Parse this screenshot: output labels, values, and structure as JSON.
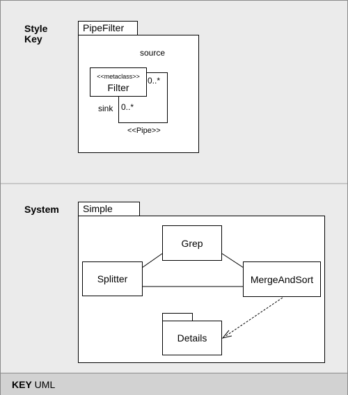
{
  "style_section": {
    "label": "Style\nKey",
    "package_name": "PipeFilter",
    "source_label": "source",
    "sink_label": "sink",
    "metaclass_stereotype": "<<metaclass>>",
    "metaclass_name": "Filter",
    "multiplicity_source": "0..*",
    "multiplicity_sink": "0..*",
    "pipe_stereotype": "<<Pipe>>"
  },
  "system_section": {
    "label": "System",
    "package_name": "Simple",
    "components": {
      "grep": "Grep",
      "splitter": "Splitter",
      "merge": "MergeAndSort",
      "details": "Details"
    }
  },
  "key": {
    "bold": "KEY",
    "rest": " UML"
  }
}
